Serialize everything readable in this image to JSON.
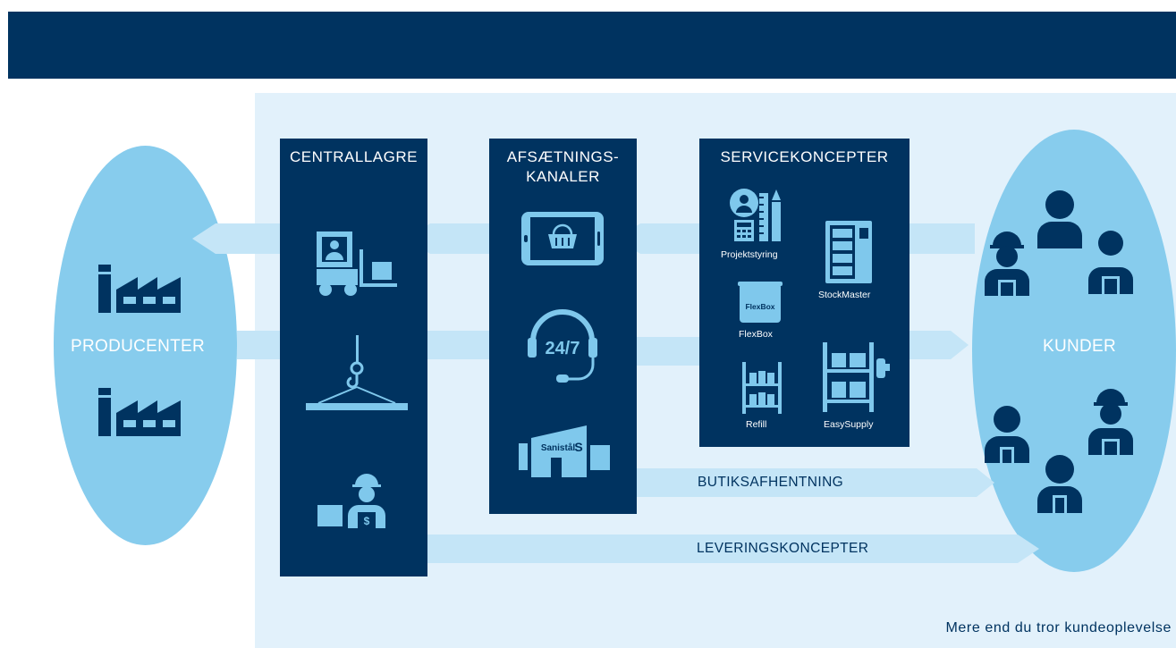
{
  "producers": {
    "label": "PRODUCENTER",
    "icons": [
      "factory-icon",
      "factory-icon"
    ]
  },
  "customers": {
    "label": "KUNDER",
    "icons": [
      "worker-icon",
      "person-icon",
      "worker-icon",
      "person-icon",
      "worker-icon",
      "person-icon"
    ]
  },
  "columns": {
    "central": {
      "title": "CENTRALLAGRE",
      "icons": [
        "forklift-icon",
        "crane-hook-icon",
        "warehouse-worker-icon"
      ]
    },
    "channels": {
      "title_line1": "AFSÆTNINGS-",
      "title_line2": "KANALER",
      "icons": [
        "tablet-basket-icon",
        "headset-24-7-icon",
        "store-icon"
      ],
      "store_sign": "Sanistål",
      "support_text": "24/7"
    },
    "services": {
      "title": "SERVICEKONCEPTER",
      "items": [
        {
          "label": "Projektstyring",
          "icon": "project-management-icon"
        },
        {
          "label": "StockMaster",
          "icon": "vending-machine-icon"
        },
        {
          "label": "FlexBox",
          "icon": "flexbox-icon",
          "box_text": "FlexBox"
        },
        {
          "label": "Refill",
          "icon": "shelf-icon"
        },
        {
          "label": "EasySupply",
          "icon": "supply-rack-icon"
        }
      ]
    }
  },
  "bars": {
    "pickup": "BUTIKSAFHENTNING",
    "delivery": "LEVERINGSKONCEPTER"
  },
  "tagline": "Mere end du tror kundeoplevelse",
  "colors": {
    "navy": "#003360",
    "light_blue": "#87cced",
    "pale_blue": "#e2f1fb",
    "arrow_blue": "#c4e5f7",
    "icon_blue": "#7fc8ec"
  }
}
